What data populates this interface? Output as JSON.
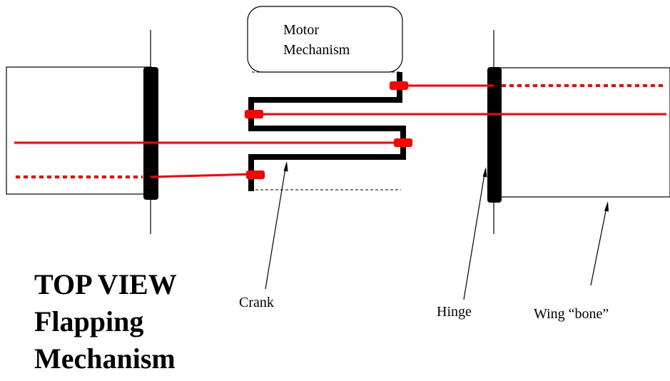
{
  "motor": {
    "line1": "Motor",
    "line2": "Mechanism"
  },
  "labels": {
    "crank": "Crank",
    "hinge": "Hinge",
    "wing_bone": "Wing “bone”"
  },
  "title": {
    "line1": "TOP VIEW",
    "line2": "Flapping",
    "line3": "Mechanism"
  },
  "colors": {
    "linkage": "#ff0000",
    "structure": "#000000",
    "background": "#ffffff"
  }
}
